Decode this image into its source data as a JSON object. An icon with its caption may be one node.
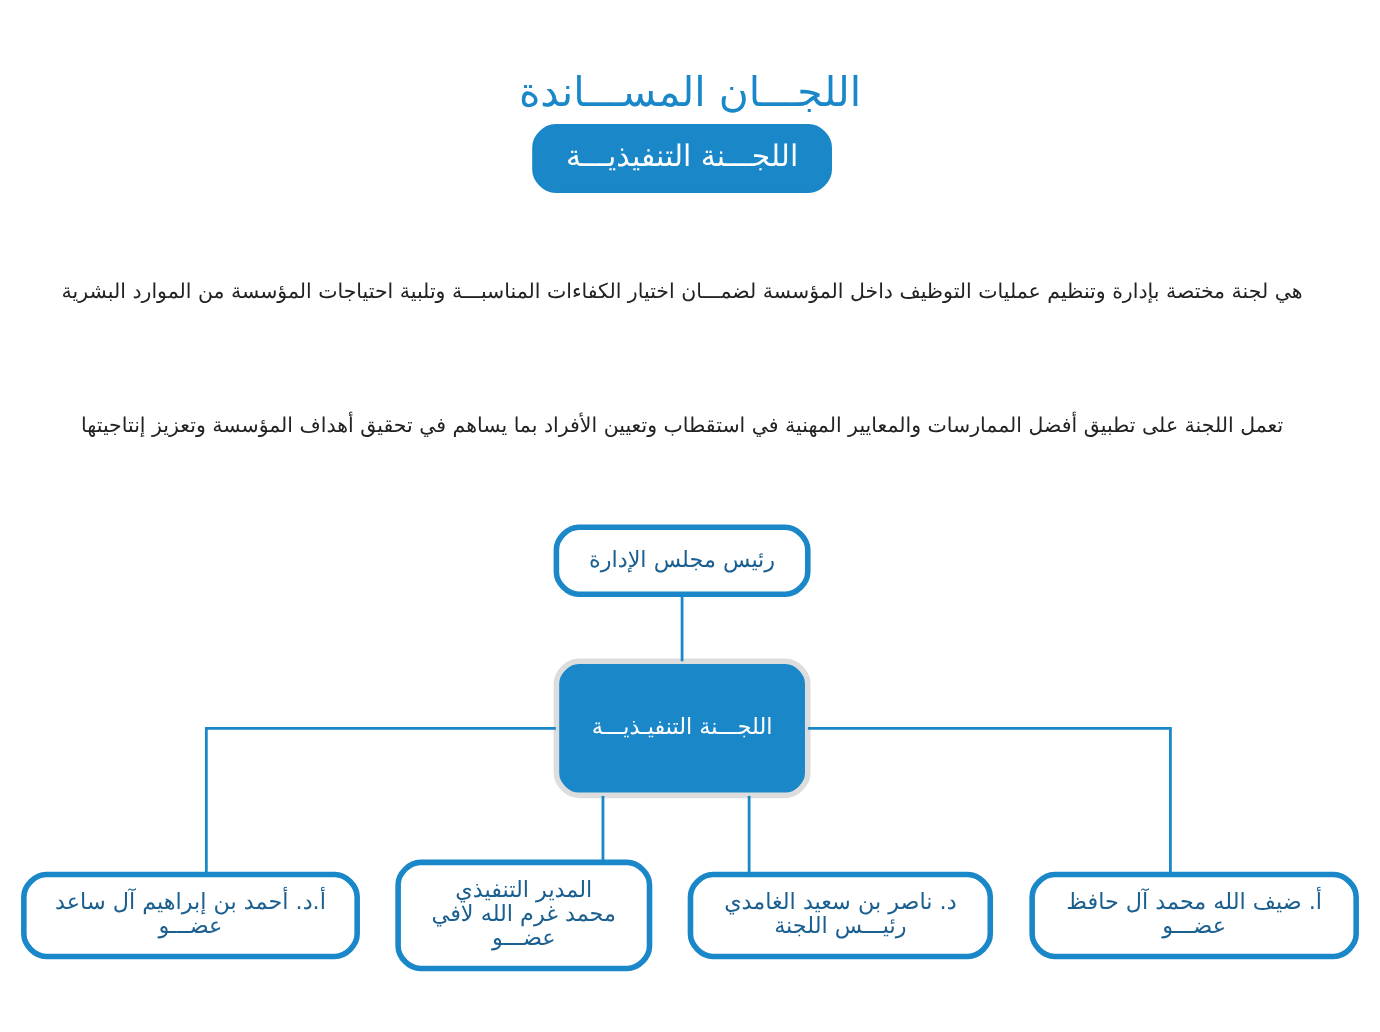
{
  "diagram": {
    "title": "اللجـــان المســـاندة",
    "nodes": [
      {
        "text": [
          "اللجـــنة التنفيذيـــة"
        ]
      },
      {
        "text": [
          "رئيس مجلس الإدارة"
        ]
      },
      {
        "text": [
          "اللجـــنة التنفيـذيـــة"
        ]
      },
      {
        "text": [
          "أ. ضيف الله محمد آل حافظ",
          "عضـــو"
        ]
      },
      {
        "text": [
          "د. ناصر بن سعيد الغامدي",
          "رئيـــس اللجنة"
        ]
      },
      {
        "text": [
          "المدير التنفيذي",
          "محمد غرم الله لافي",
          "عضـــو"
        ]
      },
      {
        "text": [
          "أ.د. أحمد بن إبراهيم آل ساعد",
          "عضـــو"
        ]
      }
    ],
    "edges": [
      {
        "from": 1,
        "to": 2,
        "arrow": "none"
      },
      {
        "from": 2,
        "to": 3,
        "arrow": "none"
      },
      {
        "from": 2,
        "to": 4,
        "arrow": "none"
      },
      {
        "from": 2,
        "to": 5,
        "arrow": "none"
      },
      {
        "from": 2,
        "to": 6,
        "arrow": "none"
      }
    ],
    "labels": [
      "هي لجنة مختصة بإدارة وتنظيم عمليات التوظيف داخل المؤسسة لضمـــان اختيار الكفاءات المناسبـــة وتلبية احتياجات المؤسسة من الموارد البشرية",
      "تعمل اللجنة على تطبيق أفضل الممارسات والمعايير المهنية في استقطاب وتعيين الأفراد بما يساهم في تحقيق أهداف المؤسسة وتعزيز إنتاجيتها"
    ]
  }
}
